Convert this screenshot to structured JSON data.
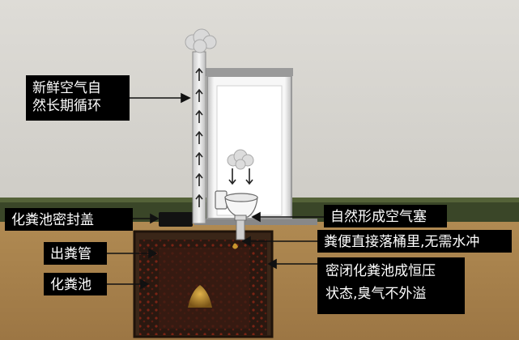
{
  "labels": {
    "fresh_air": [
      "新鲜空气自",
      "然长期循环"
    ],
    "septic_seal": "化粪池密封盖",
    "manure_pipe": "出粪管",
    "septic_tank": "化粪池",
    "air_plug": "自然形成空气塞",
    "direct_drop": "粪便直接落桶里,无需水冲",
    "constant_pressure": [
      "密闭化粪池成恒压",
      "状态,臭气不外溢"
    ]
  },
  "colors": {
    "sky": "#d9d7d2",
    "ground": "#a9844f",
    "grass": "#3d4a2a",
    "label_bg": "#000000",
    "label_text": "#ffffff",
    "tank_dark": "#2a1810",
    "tank_red": "#8a2a1a",
    "manure": "#b8862c"
  },
  "icons": [
    "cloud-icon",
    "arrow-up-icon",
    "arrow-down-icon",
    "toilet-icon",
    "manure-pile-icon"
  ]
}
